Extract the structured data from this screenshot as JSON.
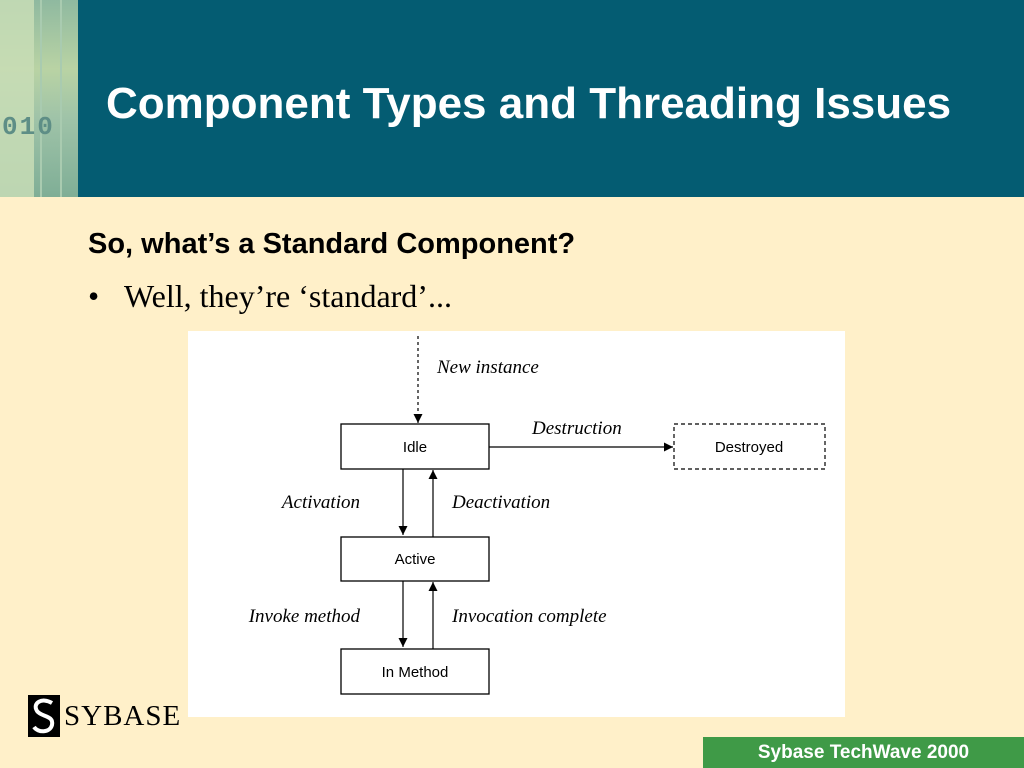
{
  "header": {
    "title": "Component Types and Threading Issues",
    "art_digits": "010"
  },
  "content": {
    "subtitle": "So, what’s a Standard Component?",
    "bullet_symbol": "•",
    "bullet": "Well, they’re ‘standard’..."
  },
  "diagram": {
    "states": {
      "idle": "Idle",
      "active": "Active",
      "in_method": "In Method",
      "destroyed": "Destroyed"
    },
    "transitions": {
      "new_instance": "New instance",
      "destruction": "Destruction",
      "activation": "Activation",
      "deactivation": "Deactivation",
      "invoke_method": "Invoke method",
      "invocation_complete": "Invocation complete"
    }
  },
  "footer": {
    "logo_text": "SYBASE",
    "badge": "Sybase TechWave 2000"
  },
  "colors": {
    "header_bg": "#045C72",
    "slide_bg": "#FFF0C9",
    "badge_bg": "#3F9A47"
  }
}
